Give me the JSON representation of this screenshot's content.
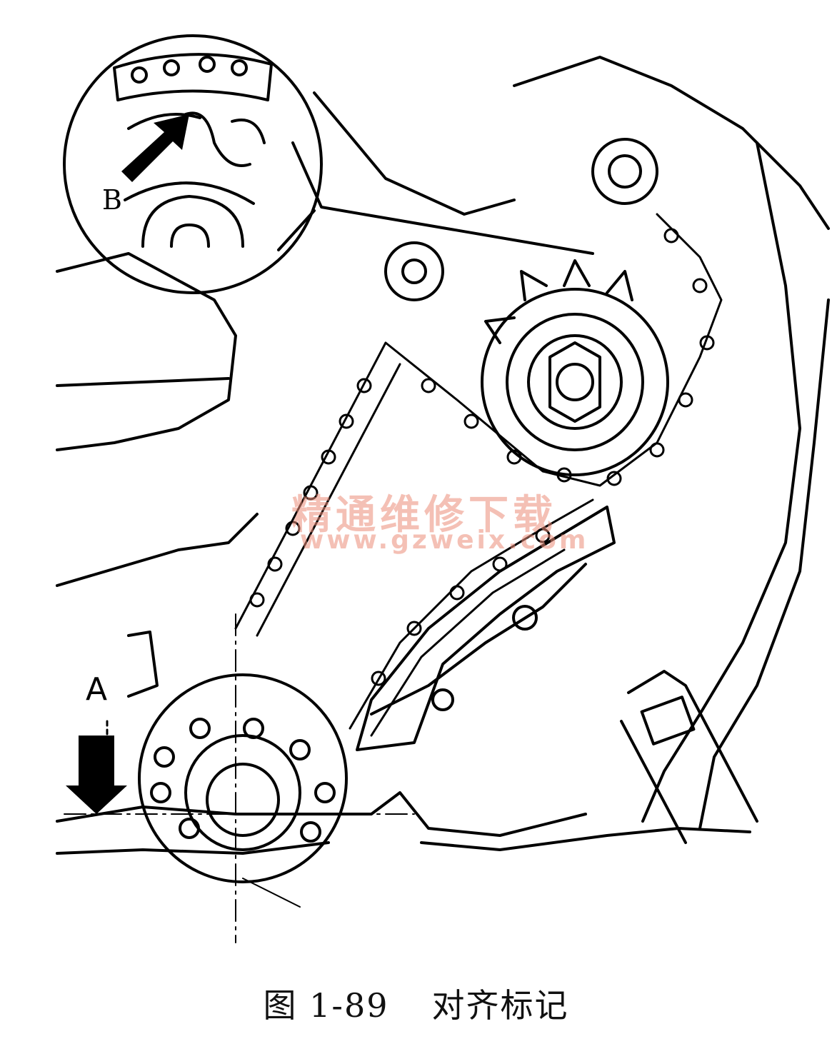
{
  "labels": {
    "a": "A",
    "b": "B"
  },
  "caption": {
    "number": "图 1-89",
    "title": "对齐标记"
  },
  "watermark": {
    "text_cn": "精通维修下载",
    "url": "www.gzweix.com"
  },
  "colors": {
    "line": "#000000",
    "background": "#ffffff",
    "watermark": "#eb8c78"
  }
}
